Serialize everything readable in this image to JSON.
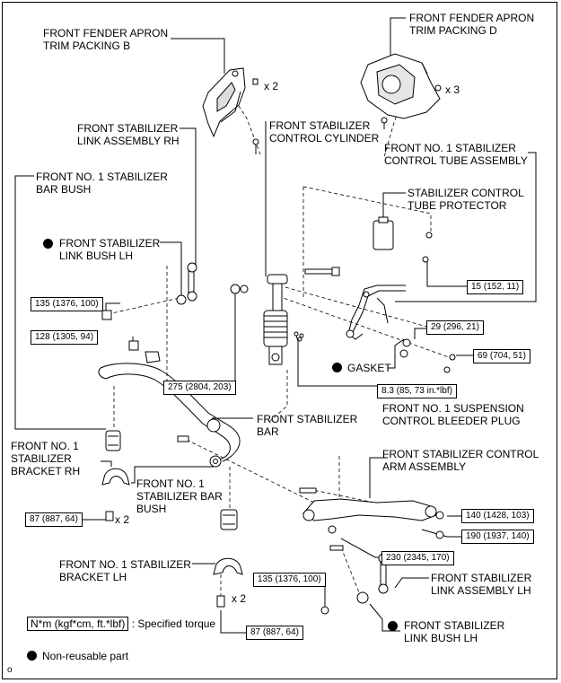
{
  "labels": {
    "apron_b": "FRONT FENDER APRON\nTRIM PACKING B",
    "apron_d": "FRONT FENDER APRON\nTRIM PACKING D",
    "link_rh": "FRONT STABILIZER\nLINK ASSEMBLY RH",
    "control_cylinder": "FRONT STABILIZER\nCONTROL CYLINDER",
    "tube_assembly": "FRONT NO. 1 STABILIZER\nCONTROL TUBE ASSEMBLY",
    "bar_bush": "FRONT NO. 1 STABILIZER\nBAR BUSH",
    "tube_protector": "STABILIZER CONTROL\nTUBE PROTECTOR",
    "link_bush_lh_top": "FRONT STABILIZER\nLINK BUSH LH",
    "gasket": "GASKET",
    "bleeder_plug": "FRONT NO. 1 SUSPENSION\nCONTROL BLEEDER PLUG",
    "stabilizer_bar": "FRONT STABILIZER\nBAR",
    "bracket_rh": "FRONT NO. 1\nSTABILIZER\nBRACKET RH",
    "bar_bush_2": "FRONT NO. 1\nSTABILIZER BAR\nBUSH",
    "control_arm": "FRONT STABILIZER CONTROL\nARM ASSEMBLY",
    "bracket_lh": "FRONT NO. 1 STABILIZER\nBRACKET LH",
    "link_lh": "FRONT STABILIZER\nLINK ASSEMBLY LH",
    "link_bush_lh_bottom": "FRONT STABILIZER\nLINK BUSH LH"
  },
  "quantities": {
    "apron_b": "x 2",
    "apron_d": "x 3",
    "bracket_rh": "x 2",
    "bracket_lh": "x 2"
  },
  "torques": {
    "t15": "15 (152, 11)",
    "t135_top": "135 (1376, 100)",
    "t128": "128 (1305, 94)",
    "t29": "29 (296, 21)",
    "t69": "69 (704, 51)",
    "t275": "275 (2804, 203)",
    "t8_3": "8.3 (85, 73 in.*lbf)",
    "t87_top": "87 (887, 64)",
    "t140": "140 (1428, 103)",
    "t190": "190 (1937, 140)",
    "t230": "230 (2345, 170)",
    "t135_bottom": "135 (1376, 100)",
    "t87_bottom": "87 (887, 64)"
  },
  "legend": {
    "torque_unit": "N*m (kgf*cm, ft.*lbf)",
    "torque_text": ": Specified torque",
    "nonreusable": "Non-reusable part"
  },
  "figure_code": "o"
}
